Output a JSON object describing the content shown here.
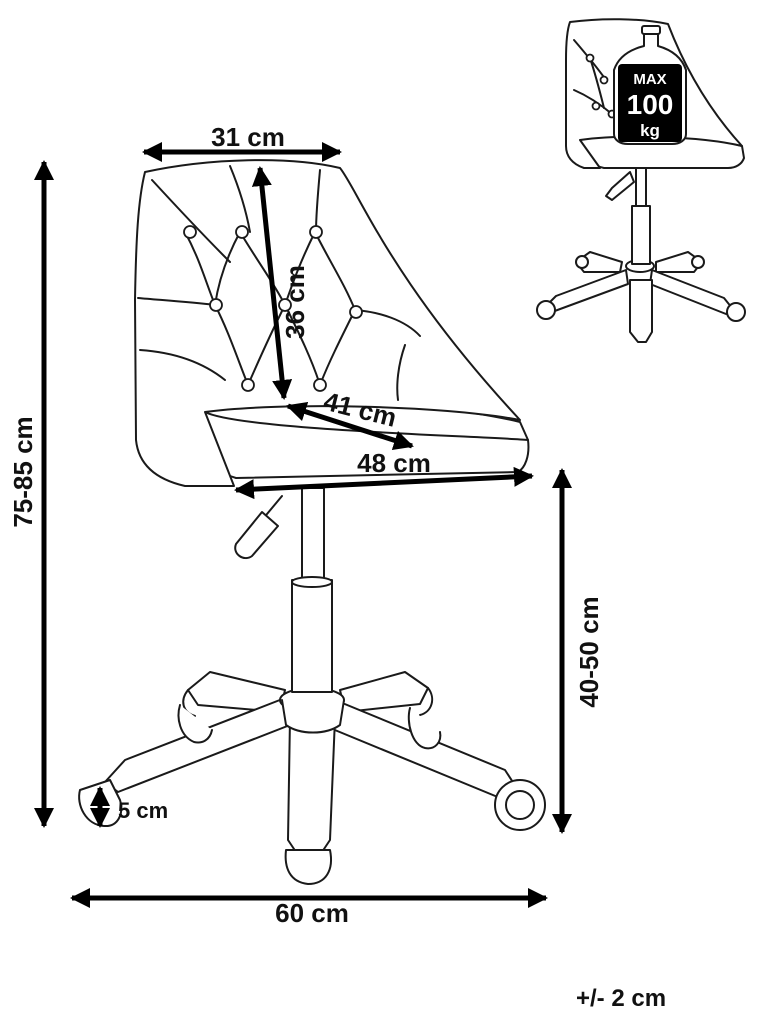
{
  "dimensions": {
    "backrest_width": "31 cm",
    "backrest_height": "36 cm",
    "seat_depth": "41 cm",
    "seat_width": "48 cm",
    "total_height": "75-85 cm",
    "seat_height": "40-50 cm",
    "wheel_diameter": "5 cm",
    "base_width": "60 cm",
    "tolerance": "+/- 2 cm"
  },
  "load_badge": {
    "line1": "MAX",
    "line2": "100",
    "line3": "kg"
  },
  "colors": {
    "line": "#1a1a1a",
    "text": "#111111",
    "background": "#ffffff"
  }
}
